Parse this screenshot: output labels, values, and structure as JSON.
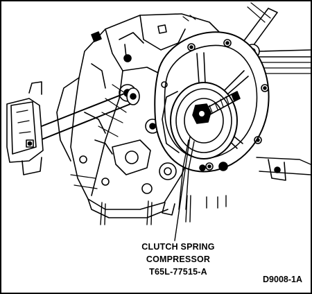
{
  "callout": {
    "line1": "CLUTCH SPRING",
    "line2": "COMPRESSOR",
    "line3": "T65L-77515-A"
  },
  "figure_id": "D9008-1A",
  "colors": {
    "ink": "#000000",
    "paper": "#ffffff"
  }
}
